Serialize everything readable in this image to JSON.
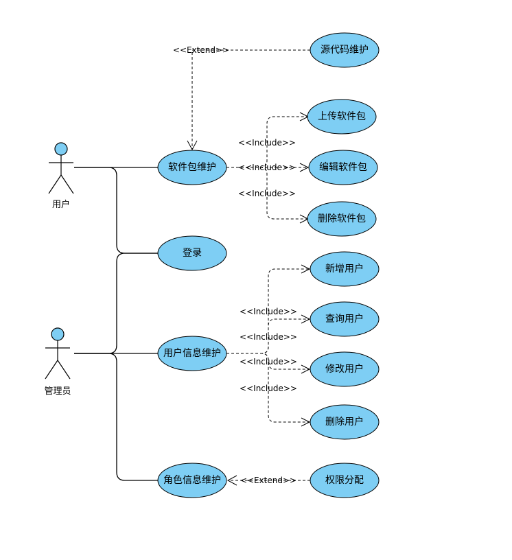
{
  "actors": {
    "user": "用户",
    "admin": "管理员"
  },
  "use_cases": {
    "source_code": "源代码维护",
    "upload_pkg": "上传软件包",
    "pkg_maint": "软件包维护",
    "edit_pkg": "编辑软件包",
    "delete_pkg": "删除软件包",
    "login": "登录",
    "add_user": "新增用户",
    "query_user": "查询用户",
    "user_info": "用户信息维护",
    "modify_user": "修改用户",
    "delete_user": "删除用户",
    "role_info": "角色信息维护",
    "permission": "权限分配"
  },
  "stereotypes": {
    "extend": "<<Extend>>",
    "include": "<<Include>>"
  },
  "colors": {
    "use_case_fill": "#7ecef4",
    "stroke": "#000000",
    "background": "#ffffff"
  }
}
